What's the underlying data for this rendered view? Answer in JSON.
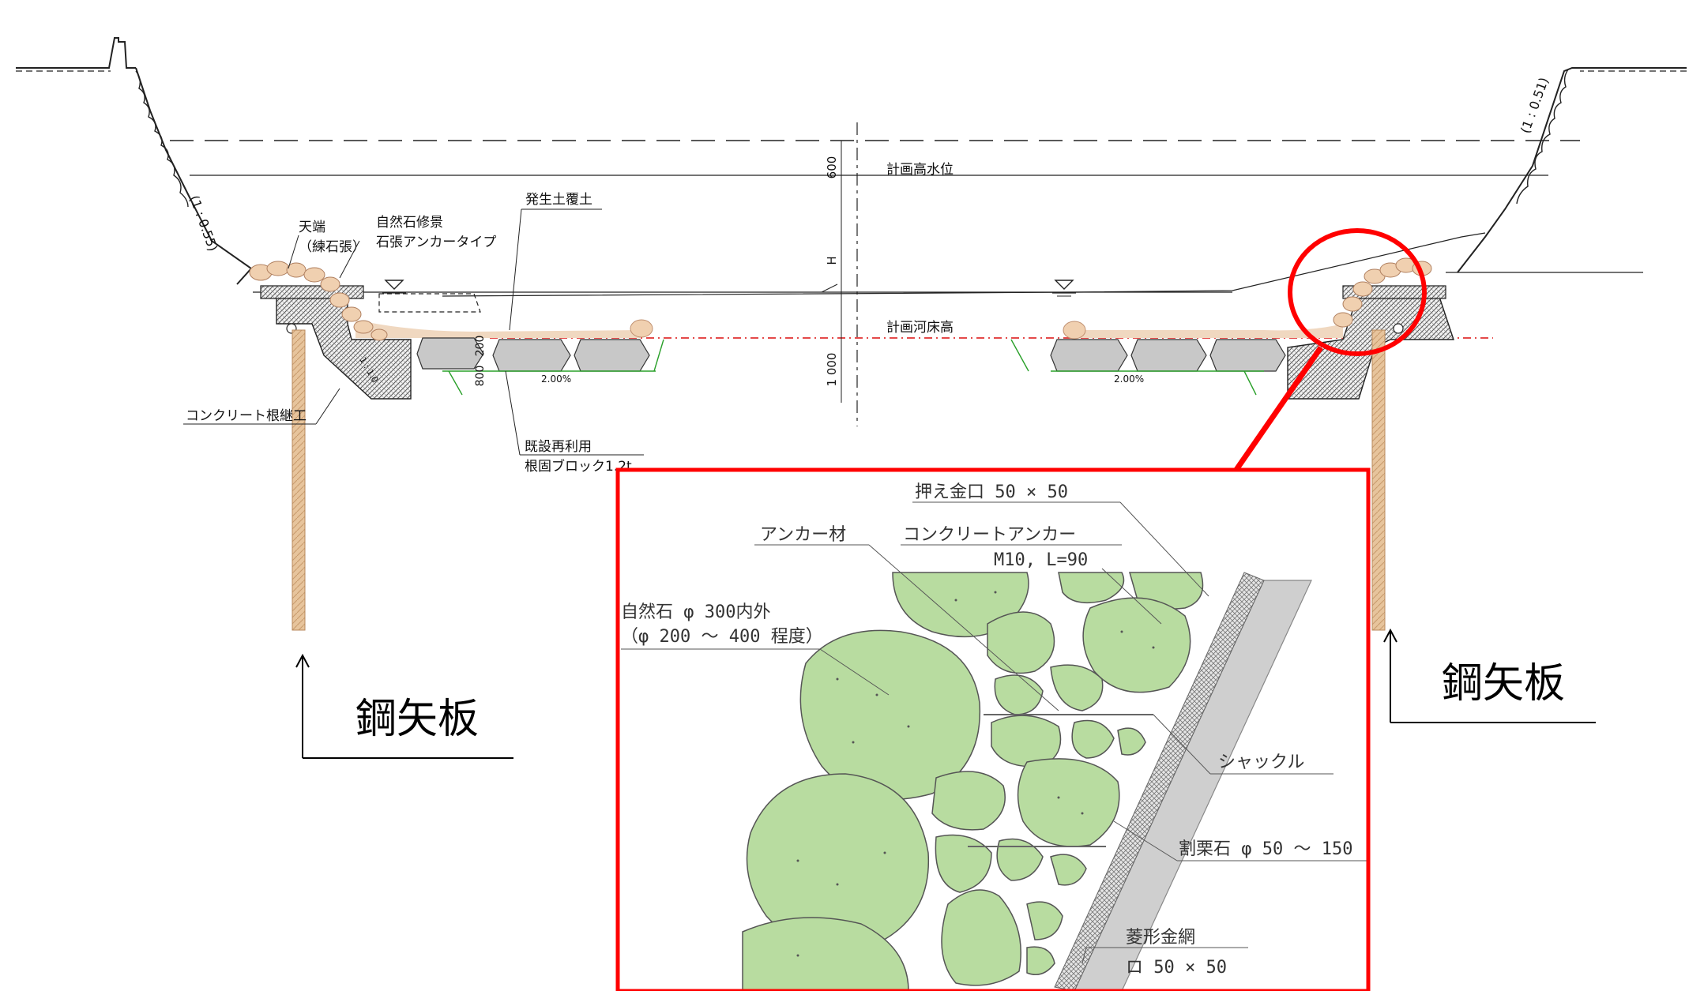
{
  "section": {
    "slope_left": "(1 : 0.55)",
    "slope_right": "(1 : 0.51)",
    "dim_freeboard": "600",
    "dim_height": "H",
    "dim_depth": "1 000",
    "dim_block_200": "200",
    "dim_block_800": "800",
    "slope_pct_left": "2.00%",
    "slope_pct_right": "2.00%",
    "grade_ratio": "1 : 1.0",
    "water_level_label": "計画高水位",
    "bed_level_label": "計画河床高",
    "label_crown_1": "天端",
    "label_crown_2": "（練石張）",
    "label_nature_1": "自然石修景",
    "label_nature_2": "石張アンカータイプ",
    "label_soil": "発生土覆土",
    "label_footing": "コンクリート根継工",
    "label_reuse_1": "既設再利用",
    "label_reuse_2": "根固ブロック1.2t"
  },
  "sheet_pile": {
    "left_label": "鋼矢板",
    "right_label": "鋼矢板"
  },
  "detail": {
    "highlight_color": "#ff0000",
    "stone_color": "#b8dca0",
    "clamp": "押え金口 50 × 50",
    "anchor_member": "アンカー材",
    "concrete_anchor": "コンクリートアンカー",
    "anchor_spec": "M10,  L=90",
    "natural_stone": "自然石 φ 300内外",
    "stone_range": "（φ 200 ～ 400 程度）",
    "shackle": "シャックル",
    "split_stone": "割栗石 φ 50 ～ 150",
    "wire_mesh": "菱形金網",
    "mesh_size": "ロ 50 × 50"
  }
}
